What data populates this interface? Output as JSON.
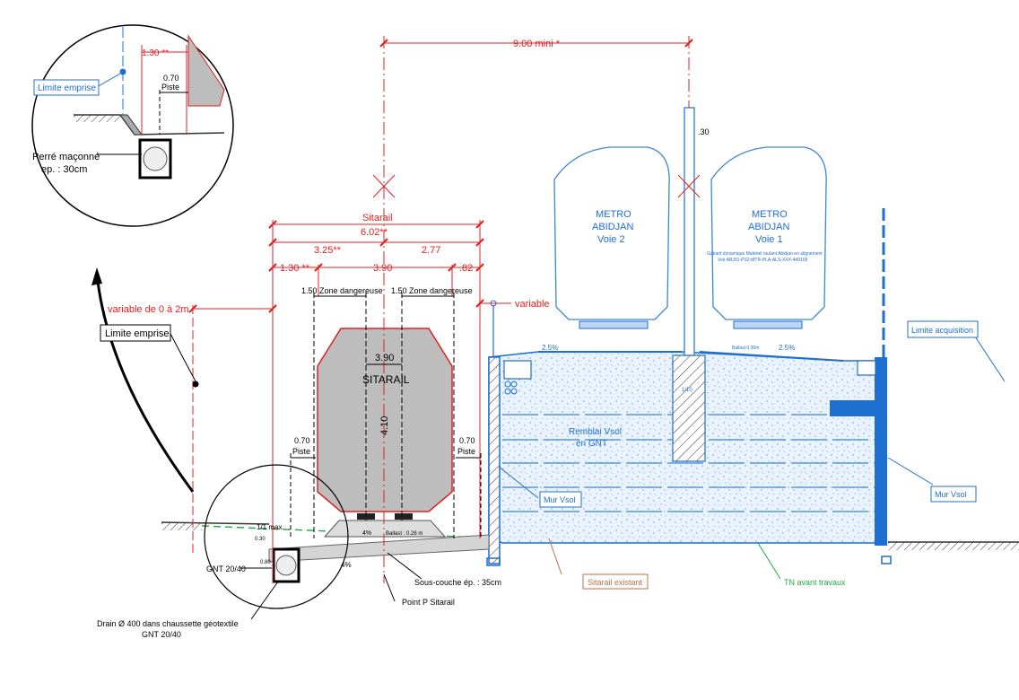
{
  "colors": {
    "dimension": "#e02020",
    "metro": "#1f6fd0",
    "tn_line": "#22aa44",
    "existing": "#c0704a",
    "sitarail_body": "#bdbdbd",
    "soil": "#333333"
  },
  "detail_inset": {
    "dim_top": "1.30 **",
    "piste_width": "0.70",
    "piste_label": "Piste",
    "limite_emprise": "Limite emprise",
    "perre_line1": "Perré maçonné",
    "perre_line2": "ep. : 30cm"
  },
  "dimensions": {
    "total_top": "9.00 mini *",
    "sitarail_label": "Sitarail",
    "sitarail_width": "6.02**",
    "left_half": "3.25**",
    "right_half": "2.77",
    "left_offset": "1.30 **",
    "gauge_width": "3.90",
    "right_offset": ".82",
    "variable_left": "variable de 0 à 2m",
    "variable_right": "variable",
    "pole_offset": ".30"
  },
  "sitarail": {
    "danger_left": "1.50 Zone dangereuse",
    "danger_right": "1.50 Zone dangereuse",
    "vehicle_width": "3.90",
    "vehicle_label": "SITARAIL",
    "vehicle_height": "4.10",
    "piste_left_width": "0.70",
    "piste_left_label": "Piste",
    "piste_right_width": "0.70",
    "piste_right_label": "Piste",
    "slope_ballast": "4%",
    "ballast_label": "Ballast : 0.26 m",
    "slope_max": "1/1 max.",
    "dim_small": "0.30",
    "dim_small2": "0.80",
    "slope_bottom": "4%",
    "gnt": "GNT 20/40",
    "sous_couche": "Sous-couche ép. : 35cm",
    "point_p": "Point P Sitarail",
    "drain_line1": "Drain Ø 400 dans chaussette géotextile",
    "drain_line2": "GNT 20/40"
  },
  "limite_emprise": "Limite emprise",
  "metro": {
    "voie2_line1": "METRO",
    "voie2_line2": "ABIDJAN",
    "voie2_line3": "Voie 2",
    "voie1_line1": "METRO",
    "voie1_line2": "ABIDJAN",
    "voie1_line3": "Voie 1",
    "gabarit_line1": "Gabarit dynamique Matériel roulant Abidjan en alignement",
    "gabarit_line2": "Voir  ABJ01-PS2-MTR-PLA-ALS-XXX-440109",
    "slope_left": "2.5%",
    "slope_right": "2.5%",
    "ballast_small": "Ballast 0.30m",
    "remblai_line1": "Remblai Vsol",
    "remblai_line2": "en GNT",
    "mur_vsol_left": "Mur Vsol",
    "mur_vsol_right": "Mur Vsol",
    "limite_acquisition": "Limite acquisition",
    "sitarail_existant": "Sitarail existant",
    "tn_avant": "TN avant travaux",
    "pole_ratio": "1/10"
  }
}
